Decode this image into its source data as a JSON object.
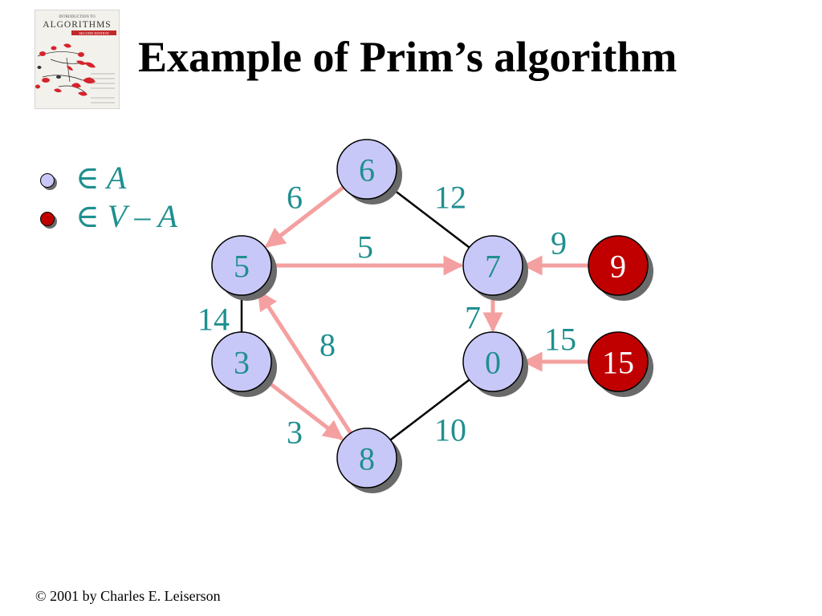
{
  "slide": {
    "title": "Example of Prim’s algorithm",
    "footer": "© 2001 by Charles E. Leiserson"
  },
  "book_cover": {
    "line1": "INTRODUCTION TO",
    "line2": "ALGORITHMS",
    "line3": "SECOND EDITION"
  },
  "legend": [
    {
      "symbol": "∈ A",
      "fill": "#c8c8f8",
      "meaning": "in A"
    },
    {
      "symbol": "∈ V – A",
      "fill": "#c00000",
      "meaning": "in V – A"
    }
  ],
  "colors": {
    "in_tree": "#c8c8f8",
    "not_in_tree": "#c00000",
    "key_text": "#1f8f8f",
    "highlight_edge": "#f4a0a0",
    "plain_edge": "#000000"
  },
  "graph": {
    "nodes": [
      {
        "id": "a",
        "key": "6",
        "in_tree": true
      },
      {
        "id": "b",
        "key": "5",
        "in_tree": true
      },
      {
        "id": "c",
        "key": "7",
        "in_tree": true
      },
      {
        "id": "d",
        "key": "9",
        "in_tree": false
      },
      {
        "id": "e",
        "key": "3",
        "in_tree": true
      },
      {
        "id": "f",
        "key": "0",
        "in_tree": true
      },
      {
        "id": "g",
        "key": "15",
        "in_tree": false
      },
      {
        "id": "h",
        "key": "8",
        "in_tree": true
      }
    ],
    "edges": [
      {
        "from": "a",
        "to": "b",
        "weight": "6",
        "highlighted": true,
        "arrow": true
      },
      {
        "from": "a",
        "to": "c",
        "weight": "12",
        "highlighted": false,
        "arrow": false
      },
      {
        "from": "b",
        "to": "c",
        "weight": "5",
        "highlighted": true,
        "arrow": true
      },
      {
        "from": "d",
        "to": "c",
        "weight": "9",
        "highlighted": true,
        "arrow": true
      },
      {
        "from": "b",
        "to": "e",
        "weight": "14",
        "highlighted": false,
        "arrow": false
      },
      {
        "from": "h",
        "to": "b",
        "weight": "8",
        "highlighted": true,
        "arrow": true
      },
      {
        "from": "c",
        "to": "f",
        "weight": "7",
        "highlighted": true,
        "arrow": true
      },
      {
        "from": "g",
        "to": "f",
        "weight": "15",
        "highlighted": true,
        "arrow": true
      },
      {
        "from": "e",
        "to": "h",
        "weight": "3",
        "highlighted": true,
        "arrow": true
      },
      {
        "from": "h",
        "to": "f",
        "weight": "10",
        "highlighted": false,
        "arrow": false
      }
    ]
  }
}
